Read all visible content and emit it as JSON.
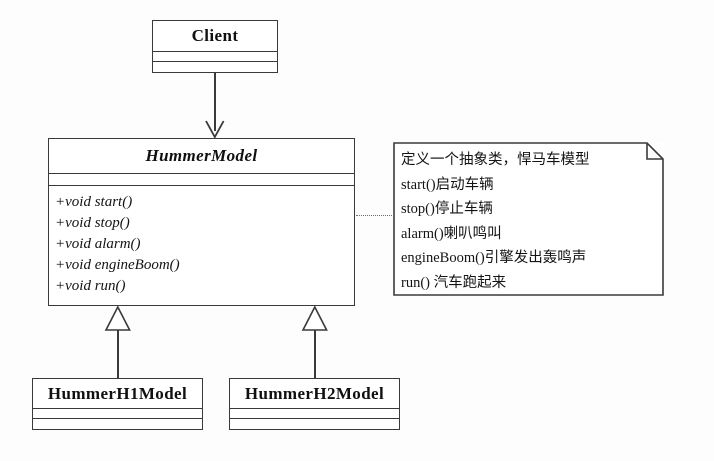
{
  "diagram": {
    "title": "HummerModel UML class diagram",
    "stroke_color": "#3a3a3a",
    "background": "#fdfdfd",
    "text_color": "#141414"
  },
  "classes": {
    "client": {
      "name": "Client",
      "stereotype": "",
      "attributes": [],
      "methods": []
    },
    "hummer_model": {
      "name": "HummerModel",
      "abstract": true,
      "attributes": [],
      "methods": [
        "+void start()",
        "+void stop()",
        "+void alarm()",
        "+void engineBoom()",
        "+void run()"
      ]
    },
    "hummer_h1": {
      "name": "HummerH1Model",
      "attributes": [],
      "methods": []
    },
    "hummer_h2": {
      "name": "HummerH2Model",
      "attributes": [],
      "methods": []
    }
  },
  "note": {
    "lines": [
      "定义一个抽象类，悍马车模型",
      "start()启动车辆",
      "stop()停止车辆",
      "alarm()喇叭鸣叫",
      "engineBoom()引擎发出轰鸣声",
      "run() 汽车跑起来"
    ]
  },
  "relations": [
    {
      "name": "client-to-hummermodel",
      "type": "dependency",
      "from": "Client",
      "to": "HummerModel",
      "arrowhead": "open-arrow"
    },
    {
      "name": "hummerh1-generalization",
      "type": "generalization",
      "from": "HummerH1Model",
      "to": "HummerModel",
      "arrowhead": "hollow-triangle"
    },
    {
      "name": "hummerh2-generalization",
      "type": "generalization",
      "from": "HummerH2Model",
      "to": "HummerModel",
      "arrowhead": "hollow-triangle"
    },
    {
      "name": "note-anchor",
      "type": "note-link",
      "from": "note",
      "to": "HummerModel",
      "arrowhead": "none",
      "style": "dotted"
    }
  ]
}
